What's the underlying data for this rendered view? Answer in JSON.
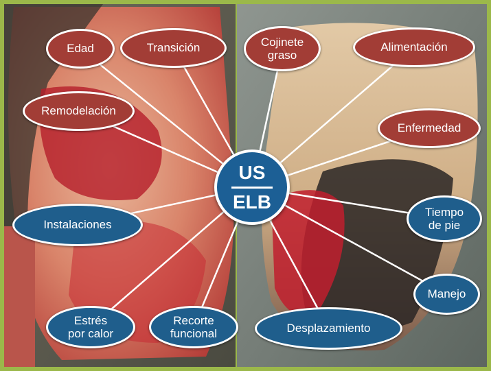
{
  "hub": {
    "top": "US",
    "bottom": "ELB"
  },
  "nodes": {
    "edad": "Edad",
    "transicion": "Transición",
    "cojinete": "Cojinete\ngraso",
    "alimentacion": "Alimentación",
    "remodelacion": "Remodelación",
    "enfermedad": "Enfermedad",
    "instalaciones": "Instalaciones",
    "tiempo": "Tiempo\nde pie",
    "manejo": "Manejo",
    "estres": "Estrés\npor calor",
    "recorte": "Recorte\nfuncional",
    "desplazamiento": "Desplazamiento"
  },
  "colors": {
    "red_node": "#a23d36",
    "blue_node": "#1f5e8c",
    "hub": "#1c5f95",
    "border": "#9bb84a"
  }
}
